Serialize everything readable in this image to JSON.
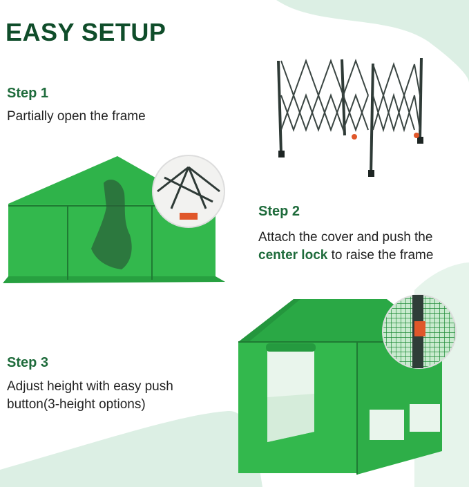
{
  "title": "EASY SETUP",
  "steps": [
    {
      "heading": "Step 1",
      "text": "Partially open the frame"
    },
    {
      "heading": "Step 2",
      "text_before": "Attach the cover and push the",
      "highlight": "center lock",
      "text_after": " to raise the frame"
    },
    {
      "heading": "Step 3",
      "line1": "Adjust height with easy push",
      "line2": "button(3-height options)"
    }
  ],
  "colors": {
    "title": "#0f4d2a",
    "accent": "#1e6b3b",
    "cover": "#2fb34a",
    "blob": "#dcefe4"
  }
}
